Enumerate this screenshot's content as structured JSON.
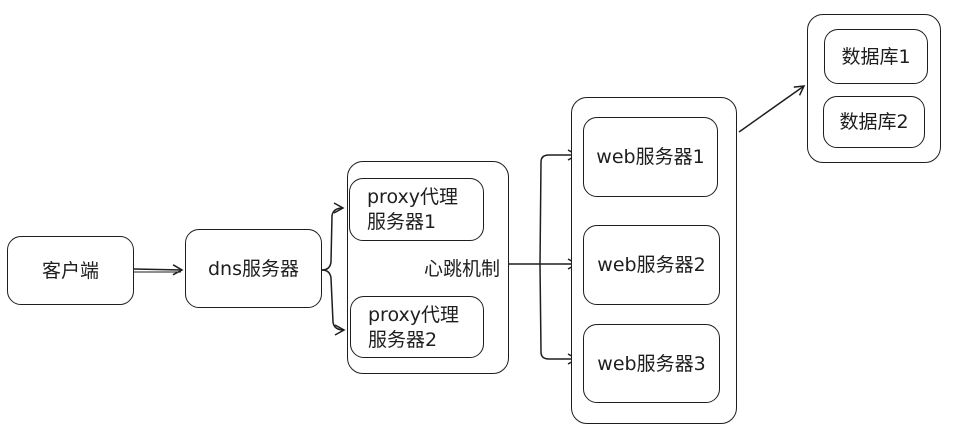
{
  "nodes": {
    "client": "客户端",
    "dns": "dns服务器",
    "proxy1_line1": "proxy代理",
    "proxy1_line2": "服务器1",
    "proxy2_line1": "proxy代理",
    "proxy2_line2": "服务器2",
    "heartbeat": "心跳机制",
    "web1": "web服务器1",
    "web2": "web服务器2",
    "web3": "web服务器3",
    "db1": "数据库1",
    "db2": "数据库2"
  },
  "colors": {
    "stroke": "#1e1e1e",
    "background": "#ffffff"
  }
}
